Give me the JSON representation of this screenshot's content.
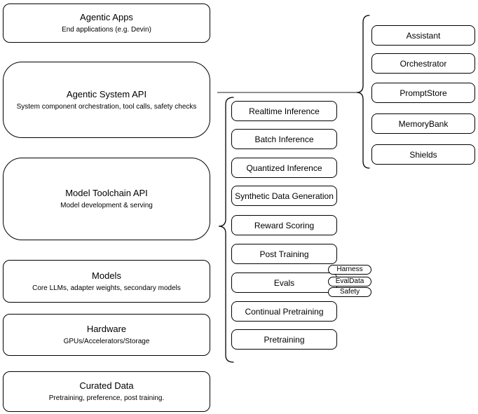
{
  "diagram": {
    "layers": [
      {
        "title": "Agentic Apps",
        "subtitle": "End applications (e.g. Devin)"
      },
      {
        "title": "Agentic System API",
        "subtitle": "System component orchestration, tool calls, safety checks"
      },
      {
        "title": "Model Toolchain API",
        "subtitle": "Model development & serving"
      },
      {
        "title": "Models",
        "subtitle": "Core LLMs, adapter weights, secondary models"
      },
      {
        "title": "Hardware",
        "subtitle": "GPUs/Accelerators/Storage"
      },
      {
        "title": "Curated Data",
        "subtitle": "Pretraining, preference, post training."
      }
    ],
    "toolchain": [
      "Realtime Inference",
      "Batch Inference",
      "Quantized Inference",
      "Synthetic Data Generation",
      "Reward Scoring",
      "Post Training",
      "Evals",
      "Continual Pretraining",
      "Pretraining"
    ],
    "eval_tags": [
      "Harness",
      "EvalData",
      "Safety"
    ],
    "system_components": [
      "Assistant",
      "Orchestrator",
      "PromptStore",
      "MemoryBank",
      "Shields"
    ],
    "colors": {
      "stroke": "#000000",
      "fill": "#ffffff",
      "text": "#000000",
      "connector": "#4d4d4d",
      "background": "#ffffff"
    }
  }
}
